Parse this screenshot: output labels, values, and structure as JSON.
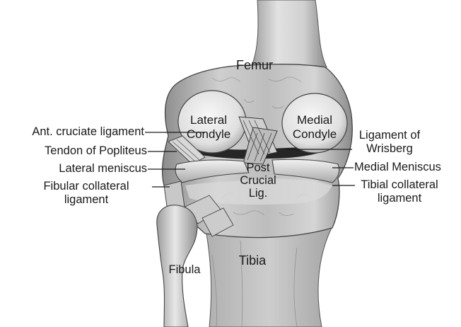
{
  "labels": {
    "femur": "Femur",
    "lateral_condyle": [
      "Lateral",
      "Condyle"
    ],
    "medial_condyle": [
      "Medial",
      "Condyle"
    ],
    "ant_cruciate": "Ant. cruciate ligament",
    "tendon_popliteus": "Tendon of Popliteus",
    "lateral_meniscus": "Lateral meniscus",
    "fibular_collateral": [
      "Fibular collateral",
      "ligament"
    ],
    "ligament_wrisberg": [
      "Ligament of",
      "Wrisberg"
    ],
    "medial_meniscus": "Medial Meniscus",
    "tibial_collateral": [
      "Tibial collateral",
      "ligament"
    ],
    "post_crucial": [
      "Post",
      "Crucial",
      "Lig."
    ],
    "tibia": "Tibia",
    "fibula": "Fibula"
  },
  "colors": {
    "ink": "#1a1a1a",
    "bone_light": "#e6e6e6",
    "bone_mid": "#bdbdbd",
    "bone_dark": "#7a7a7a",
    "shadow": "#262626"
  }
}
